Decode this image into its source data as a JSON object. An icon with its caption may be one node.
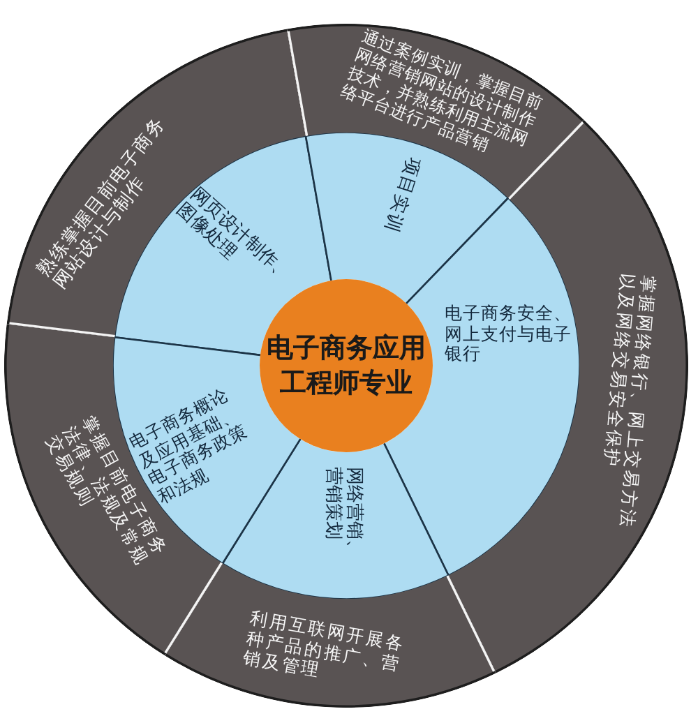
{
  "diagram": {
    "nodes": [
      {
        "text": [
          "电子商务应用工程师专业"
        ]
      },
      {
        "text": [
          "网页设计制作、图像处理"
        ]
      },
      {
        "text": [
          "项目实训"
        ]
      },
      {
        "text": [
          "电子商务安全、网上支付与电子银行"
        ]
      },
      {
        "text": [
          "网络营销、营销策划"
        ]
      },
      {
        "text": [
          "电子商务概论及应用基础、电子商务政策和法规"
        ]
      },
      {
        "text": [
          "熟练掌握目前电子商务网站设计与制作"
        ]
      },
      {
        "text": [
          "通过案例实训，掌握目前网络营销网站的设计制作技术，并熟练利用主流网络平台进行产品营销"
        ]
      },
      {
        "text": [
          "掌握网络银行、网上交易方法以及网络交易安全保护"
        ]
      },
      {
        "text": [
          "利用互联网开展各种产品的推广、营销及管理"
        ]
      },
      {
        "text": [
          "掌握目前电子商务法律、法规及常规交易规则"
        ]
      }
    ]
  }
}
